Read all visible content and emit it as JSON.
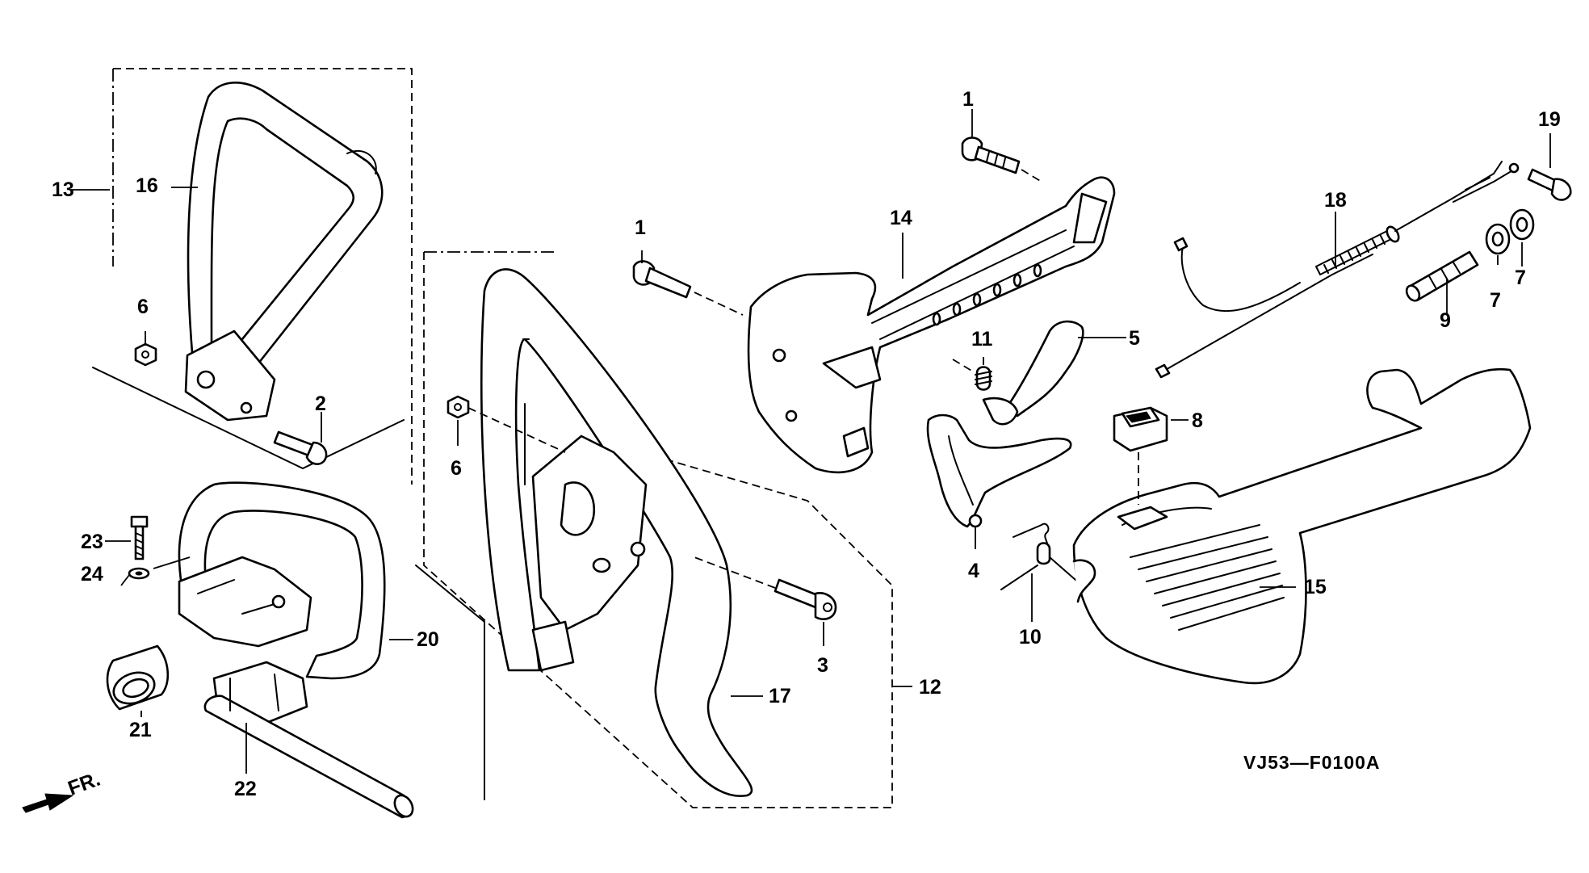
{
  "diagram_code": "VJ53—F0100A",
  "direction_label": "FR.",
  "callouts": {
    "c1a": "1",
    "c1b": "1",
    "c2": "2",
    "c3": "3",
    "c4": "4",
    "c5": "5",
    "c6a": "6",
    "c6b": "6",
    "c7a": "7",
    "c7b": "7",
    "c8": "8",
    "c9": "9",
    "c10": "10",
    "c11": "11",
    "c12": "12",
    "c13": "13",
    "c14": "14",
    "c15": "15",
    "c16": "16",
    "c17": "17",
    "c18": "18",
    "c19": "19",
    "c20": "20",
    "c21": "21",
    "c22": "22",
    "c23": "23",
    "c24": "24"
  },
  "colors": {
    "ink": "#000000",
    "paper": "#ffffff"
  }
}
